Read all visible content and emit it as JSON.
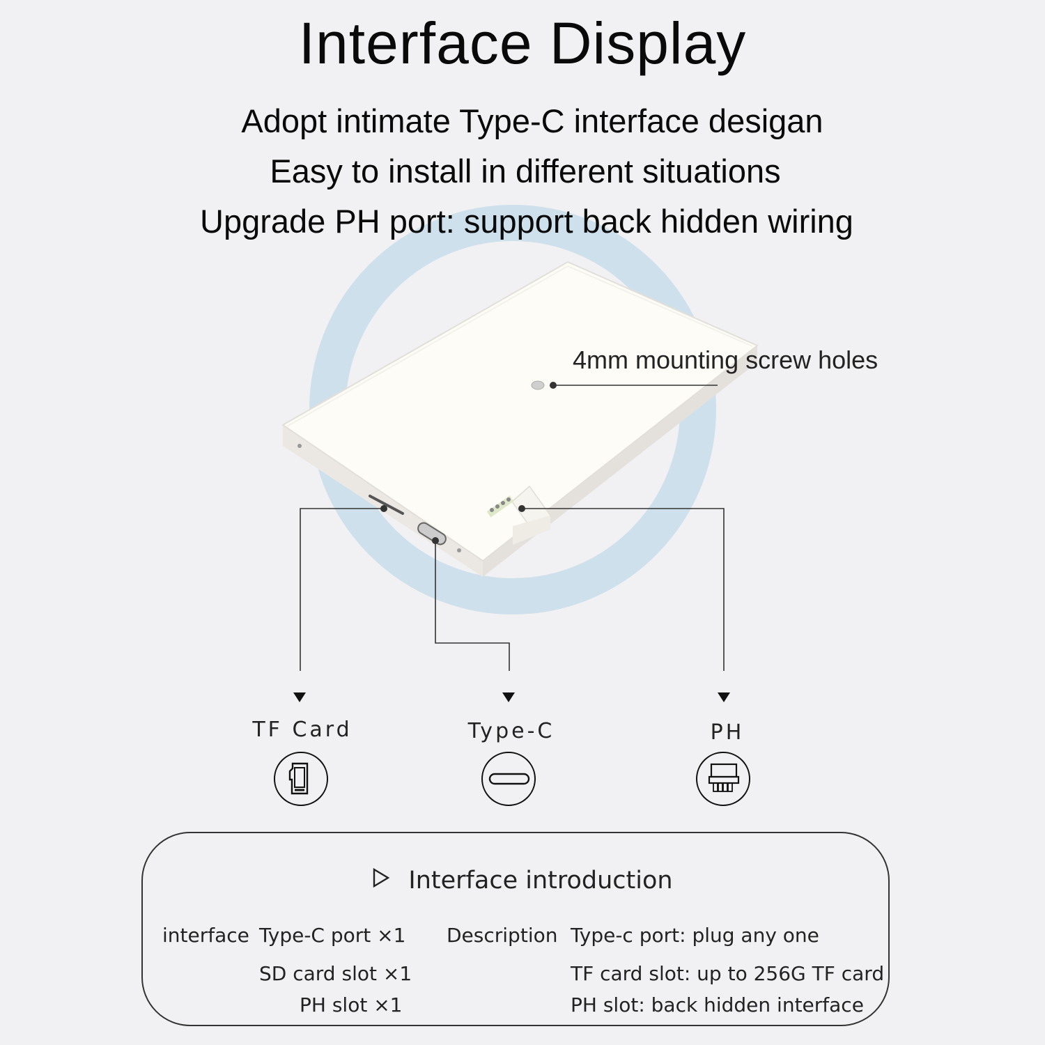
{
  "header": {
    "title": "Interface Display",
    "lines": [
      "Adopt intimate Type-C interface desigan",
      "Easy to install in different situations",
      "Upgrade PH port: support back hidden wiring"
    ]
  },
  "device": {
    "callout": "4mm mounting screw holes",
    "colors": {
      "ring": "#cde0ec",
      "body_top": "#fdfcf7",
      "body_side": "#ebe8e3",
      "leader": "#333333"
    }
  },
  "ports": [
    {
      "label": "TF Card",
      "icon": "sd-card-icon"
    },
    {
      "label": "Type-C",
      "icon": "usb-c-icon"
    },
    {
      "label": "PH",
      "icon": "ph-connector-icon"
    }
  ],
  "intro": {
    "title": "Interface introduction",
    "title_icon": "play-triangle-icon",
    "interface_heading": "interface",
    "description_heading": "Description",
    "interfaces": [
      "Type-C port ×1",
      "SD card slot ×1",
      "PH slot ×1"
    ],
    "descriptions": [
      "Type-c port: plug any one",
      "TF card slot: up to 256G TF card",
      "PH slot: back hidden interface"
    ]
  }
}
